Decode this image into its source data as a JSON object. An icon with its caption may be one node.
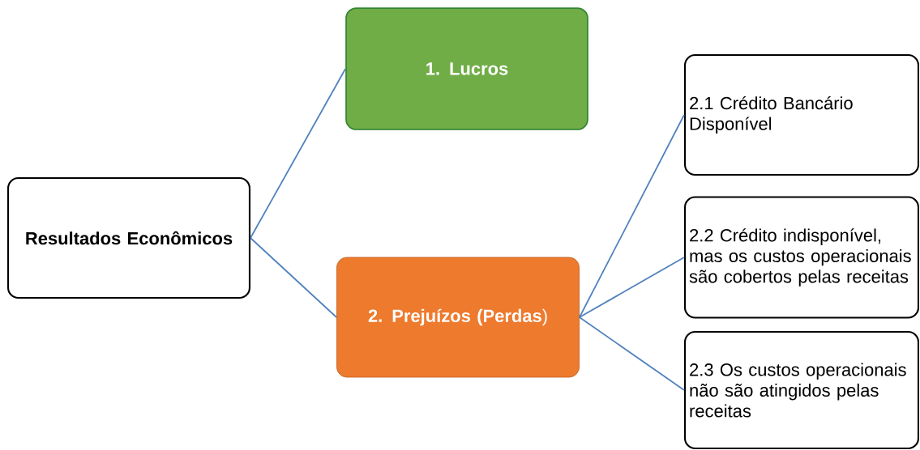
{
  "diagram": {
    "nodes": [
      {
        "text": [
          "Resultados Econômicos"
        ]
      },
      {
        "text": [
          "1. Lucros"
        ]
      },
      {
        "text": [
          "**2. Prejuízos (Perdas**)"
        ]
      },
      {
        "text": [
          "2.1 Crédito Bancário Disponível"
        ]
      },
      {
        "text": [
          "2.2 Crédito indisponível, mas os custos operacionais são cobertos pelas receitas"
        ]
      },
      {
        "text": [
          "2.3 Os custos operacionais não são atingidos pelas receitas"
        ]
      }
    ],
    "edges": [
      {
        "from": 0,
        "to": 1,
        "arrow": "none"
      },
      {
        "from": 0,
        "to": 2,
        "arrow": "none"
      },
      {
        "from": 2,
        "to": 3,
        "arrow": "none"
      },
      {
        "from": 2,
        "to": 4,
        "arrow": "none"
      },
      {
        "from": 2,
        "to": 5,
        "arrow": "none"
      }
    ]
  }
}
